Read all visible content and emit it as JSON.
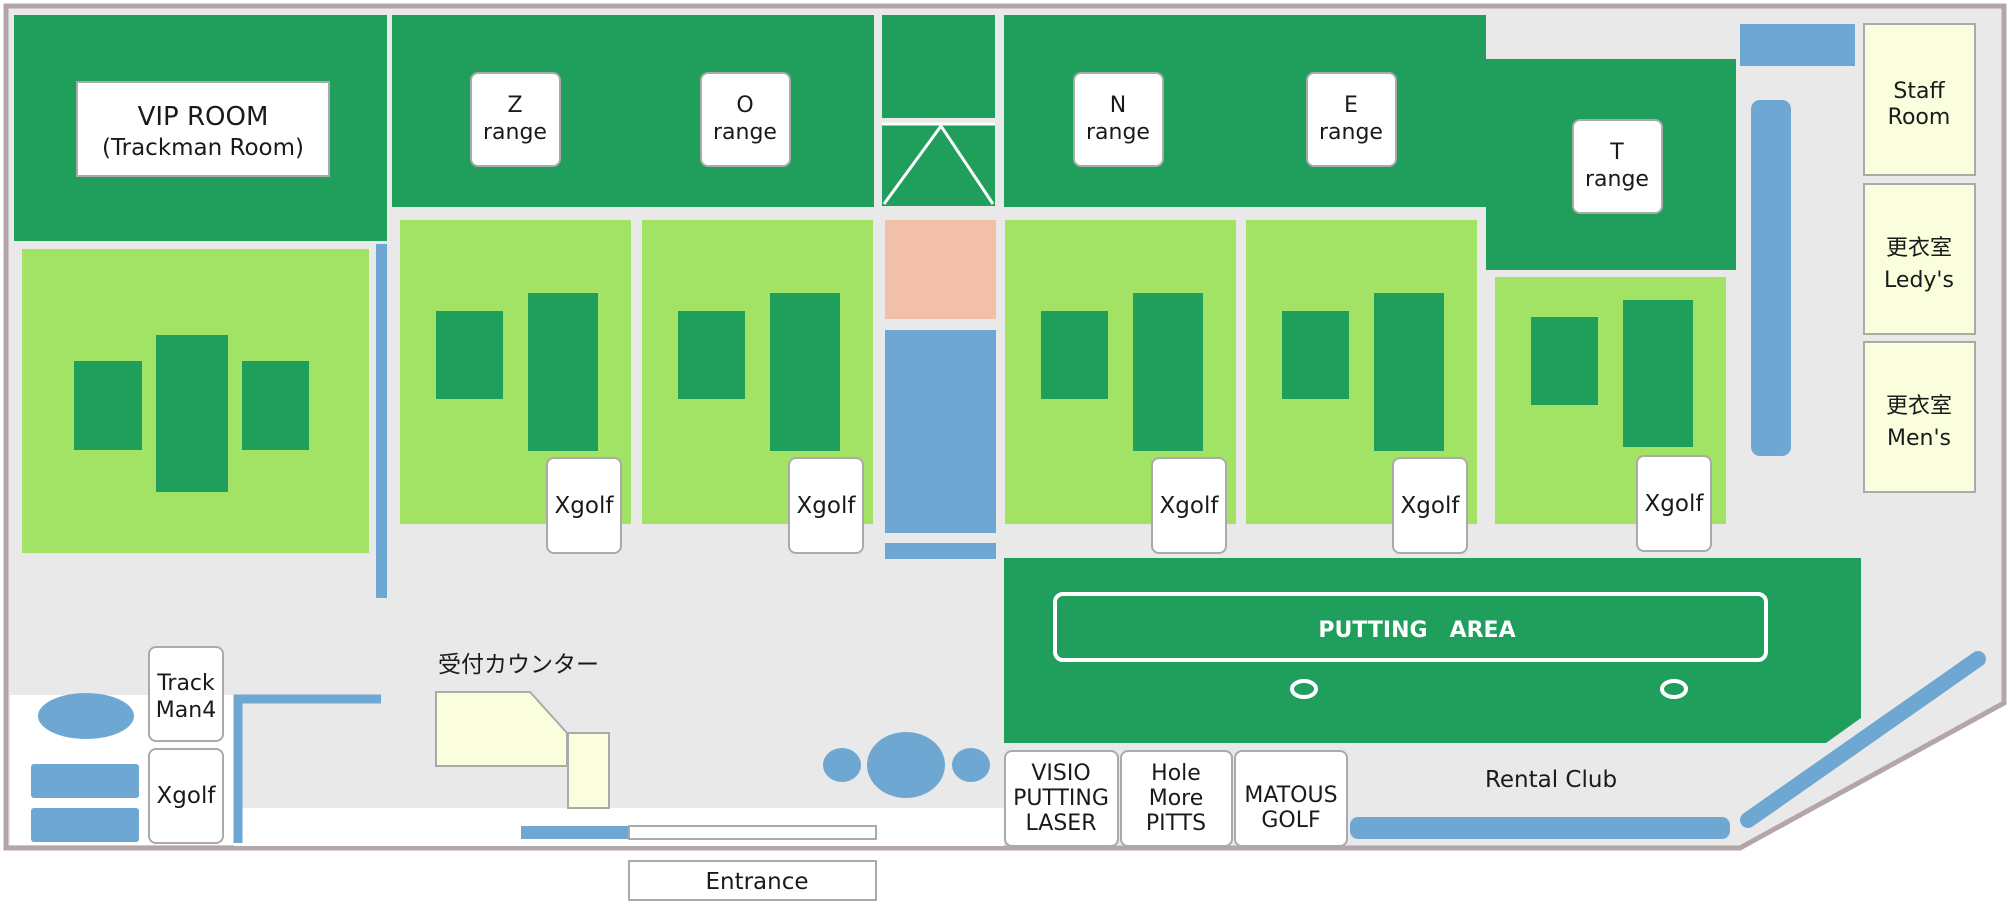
{
  "colors": {
    "floor": "#e9e9ea",
    "outer_wall": "#b4a5ab",
    "dark_green": "#1f9e5c",
    "light_green": "#a2e366",
    "blue": "#6ea8d2",
    "salmon": "#f2bfa8",
    "cream": "#fbfedd",
    "box_border": "#aaaaaa"
  },
  "rooms": {
    "vip_title": "VIP ROOM",
    "vip_subtitle": "(Trackman Room)",
    "staff_room": [
      "Staff",
      "Room"
    ],
    "locker_ladies": [
      "更衣室",
      "Ledy's"
    ],
    "locker_mens": [
      "更衣室",
      "Men's"
    ]
  },
  "ranges": [
    {
      "line1": "Z",
      "line2": "range"
    },
    {
      "line1": "O",
      "line2": "range"
    },
    {
      "line1": "N",
      "line2": "range"
    },
    {
      "line1": "E",
      "line2": "range"
    },
    {
      "line1": "T",
      "line2": "range"
    }
  ],
  "xgolf_label": "Xgolf",
  "trackman4": [
    "Track",
    "Man4"
  ],
  "putting_area": "PUTTING　AREA",
  "reception": "受付カウンター",
  "shops": {
    "visio": [
      "VISIO",
      "PUTTING",
      "LASER"
    ],
    "hole_more": [
      "Hole",
      "More",
      "PITTS"
    ],
    "matous": [
      "MATOUS",
      "GOLF"
    ]
  },
  "rental_club": "Rental Club",
  "entrance": "Entrance"
}
